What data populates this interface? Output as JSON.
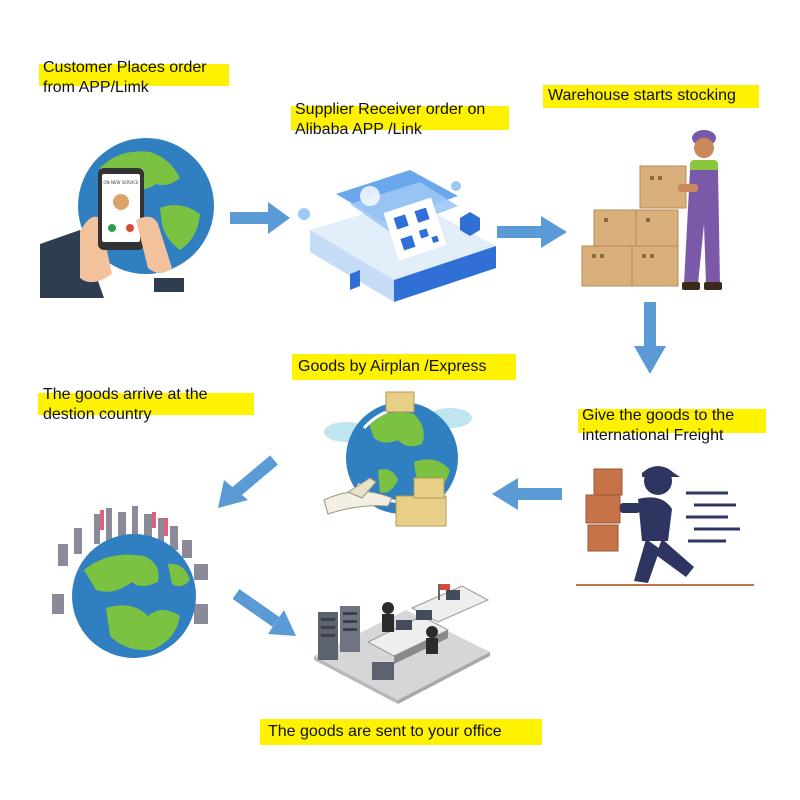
{
  "steps": [
    {
      "id": "customer",
      "lines": [
        "Customer Places order",
        "from APP/Limk"
      ]
    },
    {
      "id": "supplier",
      "lines": [
        "Supplier Receiver order on",
        "Alibaba APP /Link"
      ]
    },
    {
      "id": "warehouse",
      "lines": [
        "Warehouse starts stocking"
      ]
    },
    {
      "id": "freight",
      "lines": [
        "Give the goods to the",
        "international Freight"
      ]
    },
    {
      "id": "airplane",
      "lines": [
        "Goods by Airplan /Express"
      ]
    },
    {
      "id": "arrive",
      "lines": [
        "The goods arrive at the",
        "destion country"
      ]
    },
    {
      "id": "office",
      "lines": [
        "The goods are sent to your office"
      ]
    }
  ],
  "phone_screen_text": "ON-NEW SERVICE",
  "colors": {
    "highlight": "#fff200",
    "arrow": "#5b9bd5",
    "ocean": "#2f7fc1",
    "land": "#7cc242"
  }
}
